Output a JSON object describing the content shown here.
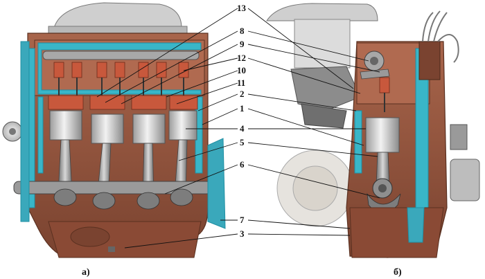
{
  "labels": {
    "n13": "13",
    "n8": "8",
    "n9": "9",
    "n12": "12",
    "n10": "10",
    "n11": "11",
    "n2": "2",
    "n1": "1",
    "n4": "4",
    "n5": "5",
    "n6": "6",
    "n7": "7",
    "n3": "3"
  },
  "captions": {
    "left": "а)",
    "right": "б)"
  },
  "colors": {
    "block": "#9a5a42",
    "block_dark": "#7a4330",
    "coolant": "#39b6c8",
    "coolant_dark": "#1f8fa3",
    "metal": "#c9c9c9",
    "metal_dark": "#8f8f8f",
    "piston": "#dcdcdc",
    "head_red": "#c8583c"
  }
}
